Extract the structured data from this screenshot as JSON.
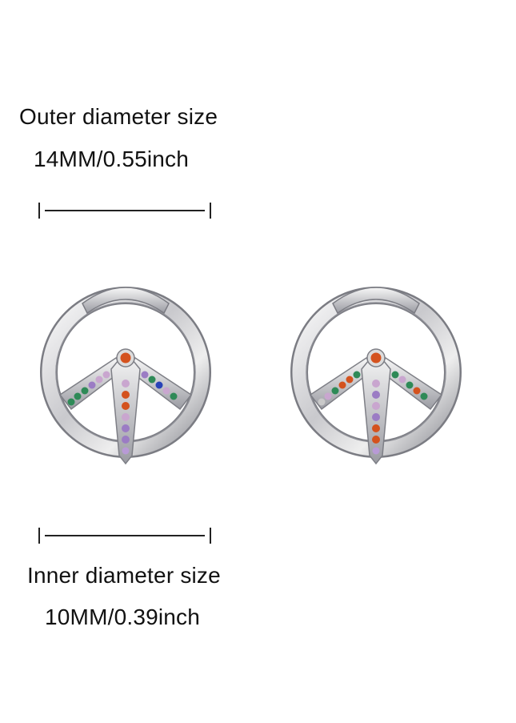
{
  "outer": {
    "title": "Outer diameter size",
    "value": "14MM/0.55inch"
  },
  "inner": {
    "title": "Inner diameter size",
    "value": "10MM/0.39inch"
  },
  "colors": {
    "silver_light": "#f4f4f4",
    "silver_mid": "#c8c8cc",
    "silver_dark": "#7e7f86",
    "gem_orange": "#d4521e",
    "gem_green": "#2e8a57",
    "gem_pink": "#c9a6cf",
    "gem_purple": "#9b7cc4",
    "gem_blue": "#2843b8"
  },
  "icons": [
    "ruler-left-tick",
    "ruler-right-tick",
    "hoop-earring"
  ]
}
